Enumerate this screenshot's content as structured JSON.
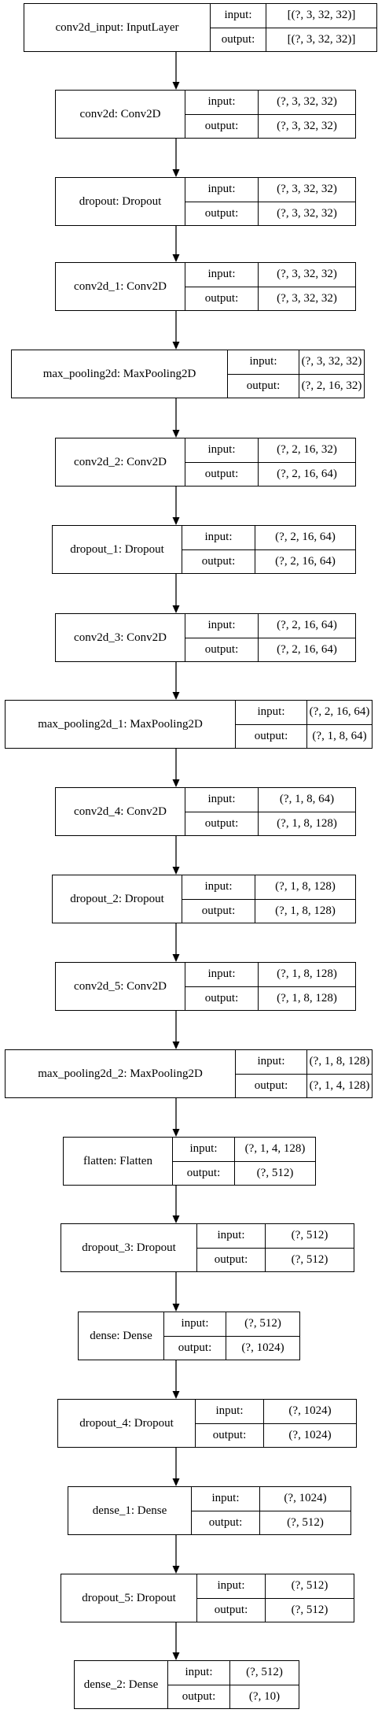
{
  "port_labels": {
    "input": "input:",
    "output": "output:"
  },
  "layers": [
    {
      "name": "conv2d_input: InputLayer",
      "input": "[(?, 3, 32, 32)]",
      "output": "[(?, 3, 32, 32)]"
    },
    {
      "name": "conv2d: Conv2D",
      "input": "(?, 3, 32, 32)",
      "output": "(?, 3, 32, 32)"
    },
    {
      "name": "dropout: Dropout",
      "input": "(?, 3, 32, 32)",
      "output": "(?, 3, 32, 32)"
    },
    {
      "name": "conv2d_1: Conv2D",
      "input": "(?, 3, 32, 32)",
      "output": "(?, 3, 32, 32)"
    },
    {
      "name": "max_pooling2d: MaxPooling2D",
      "input": "(?, 3, 32, 32)",
      "output": "(?, 2, 16, 32)"
    },
    {
      "name": "conv2d_2: Conv2D",
      "input": "(?, 2, 16, 32)",
      "output": "(?, 2, 16, 64)"
    },
    {
      "name": "dropout_1: Dropout",
      "input": "(?, 2, 16, 64)",
      "output": "(?, 2, 16, 64)"
    },
    {
      "name": "conv2d_3: Conv2D",
      "input": "(?, 2, 16, 64)",
      "output": "(?, 2, 16, 64)"
    },
    {
      "name": "max_pooling2d_1: MaxPooling2D",
      "input": "(?, 2, 16, 64)",
      "output": "(?, 1, 8, 64)"
    },
    {
      "name": "conv2d_4: Conv2D",
      "input": "(?, 1, 8, 64)",
      "output": "(?, 1, 8, 128)"
    },
    {
      "name": "dropout_2: Dropout",
      "input": "(?, 1, 8, 128)",
      "output": "(?, 1, 8, 128)"
    },
    {
      "name": "conv2d_5: Conv2D",
      "input": "(?, 1, 8, 128)",
      "output": "(?, 1, 8, 128)"
    },
    {
      "name": "max_pooling2d_2: MaxPooling2D",
      "input": "(?, 1, 8, 128)",
      "output": "(?, 1, 4, 128)"
    },
    {
      "name": "flatten: Flatten",
      "input": "(?, 1, 4, 128)",
      "output": "(?, 512)"
    },
    {
      "name": "dropout_3: Dropout",
      "input": "(?, 512)",
      "output": "(?, 512)"
    },
    {
      "name": "dense: Dense",
      "input": "(?, 512)",
      "output": "(?, 1024)"
    },
    {
      "name": "dropout_4: Dropout",
      "input": "(?, 1024)",
      "output": "(?, 1024)"
    },
    {
      "name": "dense_1: Dense",
      "input": "(?, 1024)",
      "output": "(?, 512)"
    },
    {
      "name": "dropout_5: Dropout",
      "input": "(?, 512)",
      "output": "(?, 512)"
    },
    {
      "name": "dense_2: Dense",
      "input": "(?, 512)",
      "output": "(?, 10)"
    }
  ]
}
